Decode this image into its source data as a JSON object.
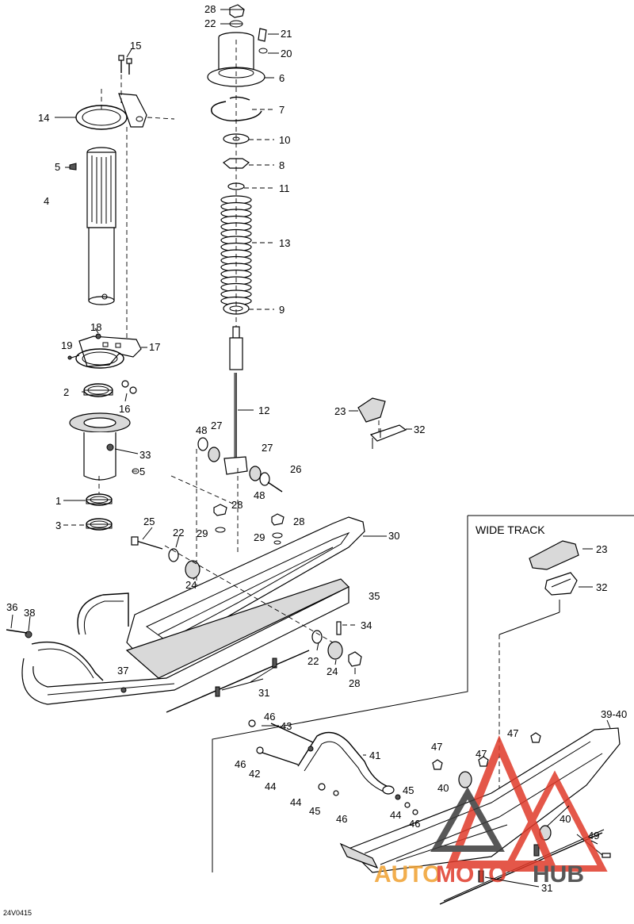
{
  "diagram": {
    "section_label": "WIDE TRACK",
    "figure_code": "24V0415",
    "watermark": {
      "brand_part1": "AUTO",
      "brand_part2": "MOTO",
      "brand_part3": "HUB",
      "color_red": "#e03a2a",
      "color_orange": "#f0a030",
      "color_dark": "#3a3a3a"
    },
    "callouts": [
      {
        "id": "c28a",
        "text": "28"
      },
      {
        "id": "c22a",
        "text": "22"
      },
      {
        "id": "c21",
        "text": "21"
      },
      {
        "id": "c20",
        "text": "20"
      },
      {
        "id": "c6",
        "text": "6"
      },
      {
        "id": "c7",
        "text": "7"
      },
      {
        "id": "c10",
        "text": "10"
      },
      {
        "id": "c8",
        "text": "8"
      },
      {
        "id": "c11",
        "text": "11"
      },
      {
        "id": "c13",
        "text": "13"
      },
      {
        "id": "c9",
        "text": "9"
      },
      {
        "id": "c12",
        "text": "12"
      },
      {
        "id": "c15",
        "text": "15"
      },
      {
        "id": "c14",
        "text": "14"
      },
      {
        "id": "c5a",
        "text": "5"
      },
      {
        "id": "c4",
        "text": "4"
      },
      {
        "id": "c18",
        "text": "18"
      },
      {
        "id": "c19",
        "text": "19"
      },
      {
        "id": "c17",
        "text": "17"
      },
      {
        "id": "c2",
        "text": "2"
      },
      {
        "id": "c16",
        "text": "16"
      },
      {
        "id": "c33",
        "text": "33"
      },
      {
        "id": "c5b",
        "text": "5"
      },
      {
        "id": "c1",
        "text": "1"
      },
      {
        "id": "c3",
        "text": "3"
      },
      {
        "id": "c23a",
        "text": "23"
      },
      {
        "id": "c32a",
        "text": "32"
      },
      {
        "id": "c48a",
        "text": "48"
      },
      {
        "id": "c27a",
        "text": "27"
      },
      {
        "id": "c27b",
        "text": "27"
      },
      {
        "id": "c26",
        "text": "26"
      },
      {
        "id": "c48b",
        "text": "48"
      },
      {
        "id": "c28b",
        "text": "28"
      },
      {
        "id": "c28c",
        "text": "28"
      },
      {
        "id": "c29a",
        "text": "29"
      },
      {
        "id": "c29b",
        "text": "29"
      },
      {
        "id": "c30",
        "text": "30"
      },
      {
        "id": "c25",
        "text": "25"
      },
      {
        "id": "c22b",
        "text": "22"
      },
      {
        "id": "c24a",
        "text": "24"
      },
      {
        "id": "c35",
        "text": "35"
      },
      {
        "id": "c36",
        "text": "36"
      },
      {
        "id": "c38",
        "text": "38"
      },
      {
        "id": "c34",
        "text": "34"
      },
      {
        "id": "c22c",
        "text": "22"
      },
      {
        "id": "c24b",
        "text": "24"
      },
      {
        "id": "c28d",
        "text": "28"
      },
      {
        "id": "c37",
        "text": "37"
      },
      {
        "id": "c31a",
        "text": "31"
      },
      {
        "id": "c23b",
        "text": "23"
      },
      {
        "id": "c32b",
        "text": "32"
      },
      {
        "id": "c3940",
        "text": "39-40"
      },
      {
        "id": "c46a",
        "text": "46"
      },
      {
        "id": "c43",
        "text": "43"
      },
      {
        "id": "c41",
        "text": "41"
      },
      {
        "id": "c46b",
        "text": "46"
      },
      {
        "id": "c42",
        "text": "42"
      },
      {
        "id": "c44a",
        "text": "44"
      },
      {
        "id": "c44b",
        "text": "44"
      },
      {
        "id": "c45a",
        "text": "45"
      },
      {
        "id": "c46c",
        "text": "46"
      },
      {
        "id": "c44c",
        "text": "44"
      },
      {
        "id": "c45b",
        "text": "45"
      },
      {
        "id": "c46d",
        "text": "46"
      },
      {
        "id": "c47a",
        "text": "47"
      },
      {
        "id": "c47b",
        "text": "47"
      },
      {
        "id": "c47c",
        "text": "47"
      },
      {
        "id": "c40a",
        "text": "40"
      },
      {
        "id": "c40b",
        "text": "40"
      },
      {
        "id": "c49",
        "text": "49"
      },
      {
        "id": "c31b",
        "text": "31"
      }
    ]
  }
}
